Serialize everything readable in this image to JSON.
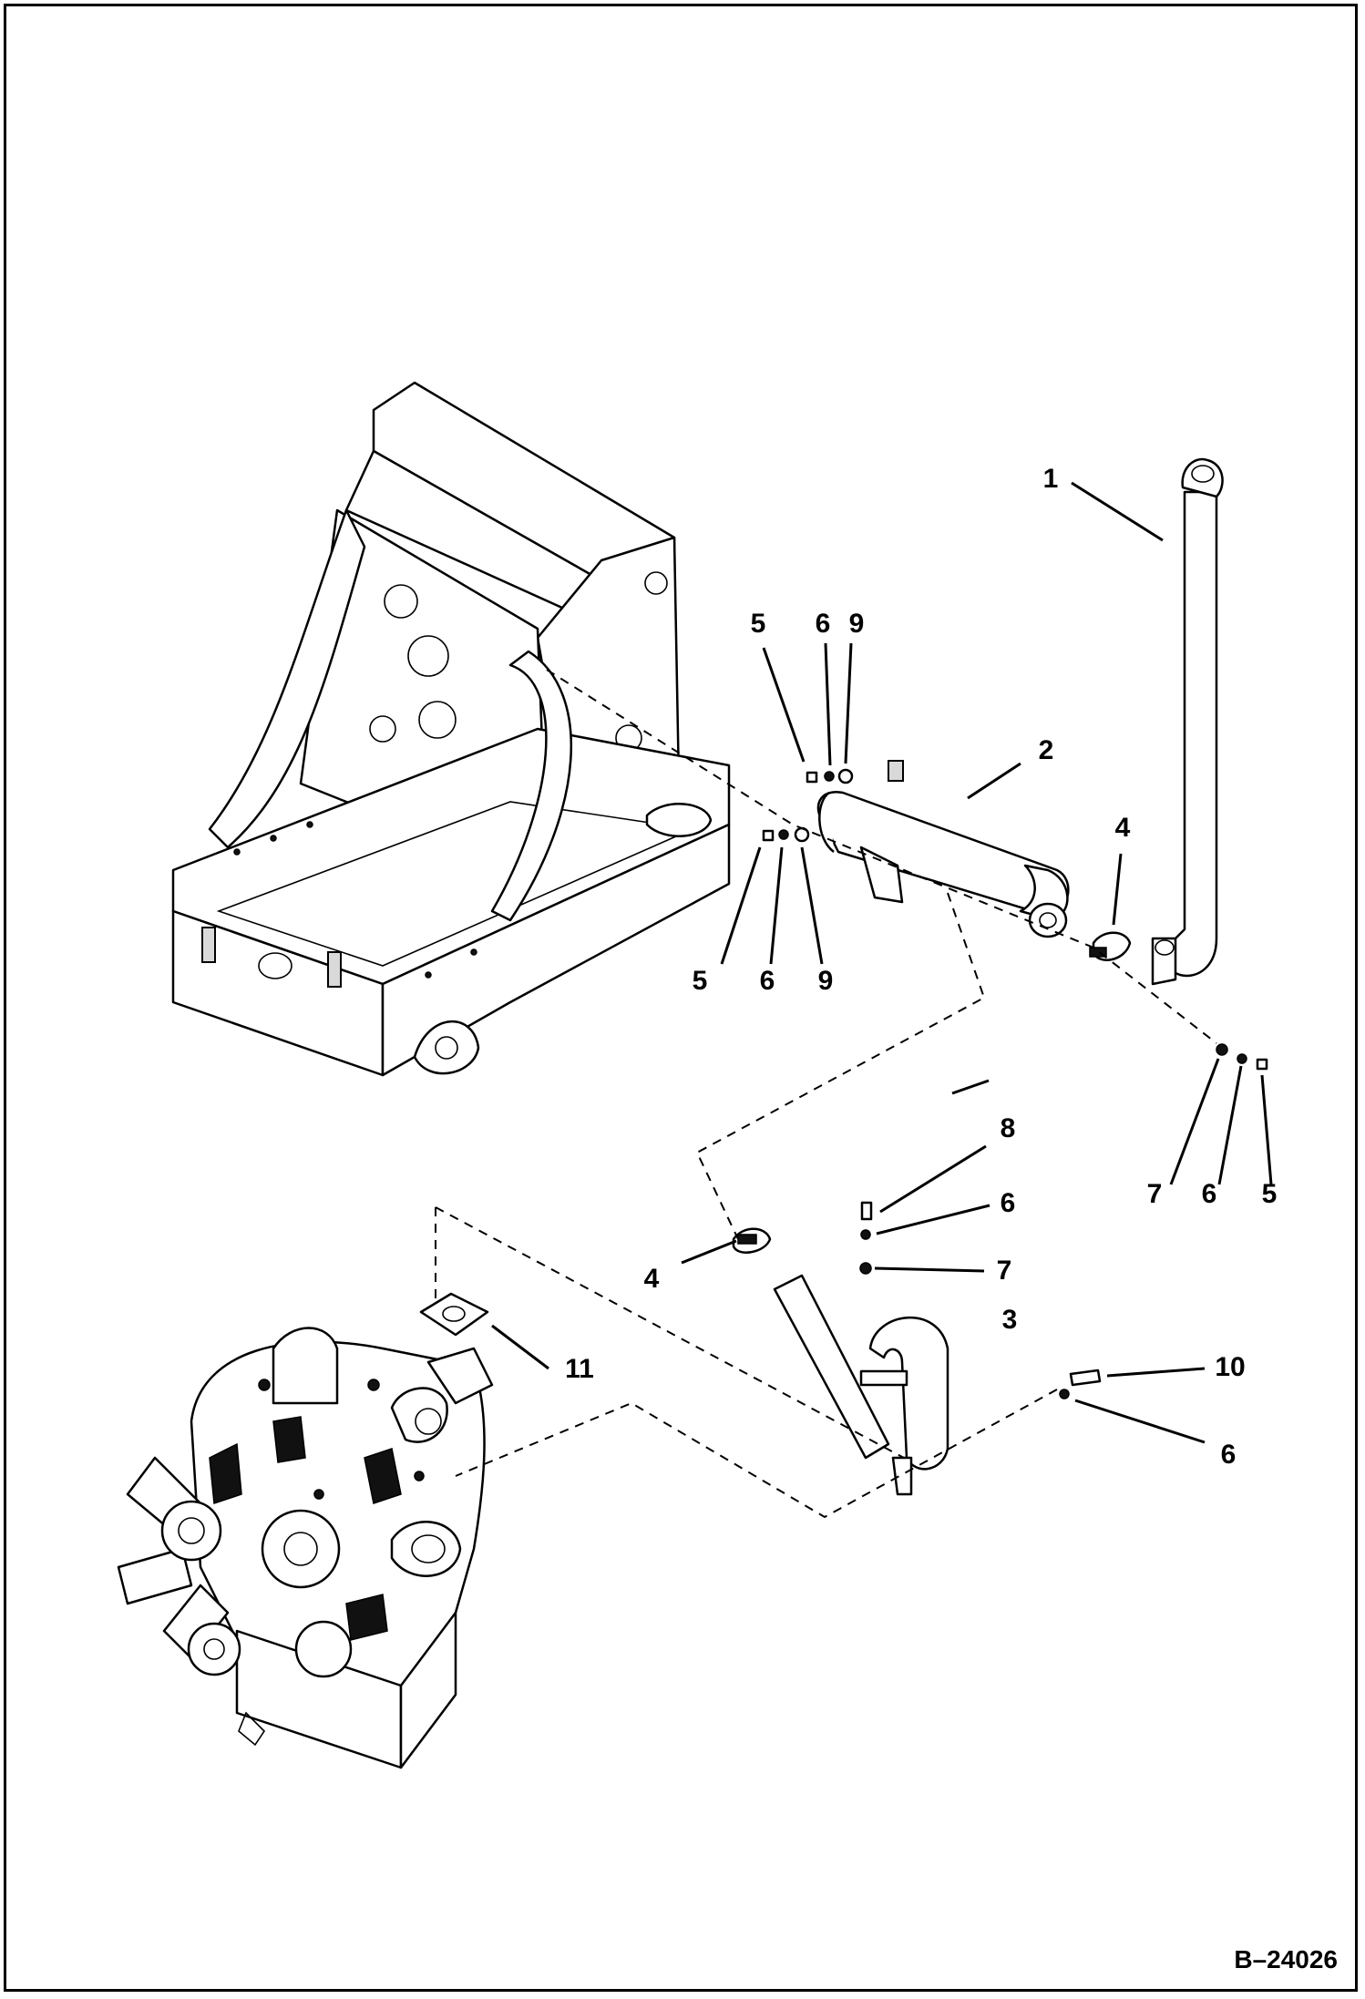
{
  "drawing_id": "B–24026",
  "callouts": [
    {
      "key": "c1",
      "label": "1"
    },
    {
      "key": "c2",
      "label": "2"
    },
    {
      "key": "c3",
      "label": "3"
    },
    {
      "key": "c4a",
      "label": "4"
    },
    {
      "key": "c4b",
      "label": "4"
    },
    {
      "key": "c5a",
      "label": "5"
    },
    {
      "key": "c5b",
      "label": "5"
    },
    {
      "key": "c5c",
      "label": "5"
    },
    {
      "key": "c6a",
      "label": "6"
    },
    {
      "key": "c6b",
      "label": "6"
    },
    {
      "key": "c6c",
      "label": "6"
    },
    {
      "key": "c6d",
      "label": "6"
    },
    {
      "key": "c6e",
      "label": "6"
    },
    {
      "key": "c7a",
      "label": "7"
    },
    {
      "key": "c7b",
      "label": "7"
    },
    {
      "key": "c8",
      "label": "8"
    },
    {
      "key": "c9a",
      "label": "9"
    },
    {
      "key": "c9b",
      "label": "9"
    },
    {
      "key": "c10",
      "label": "10"
    },
    {
      "key": "c11",
      "label": "11"
    }
  ]
}
